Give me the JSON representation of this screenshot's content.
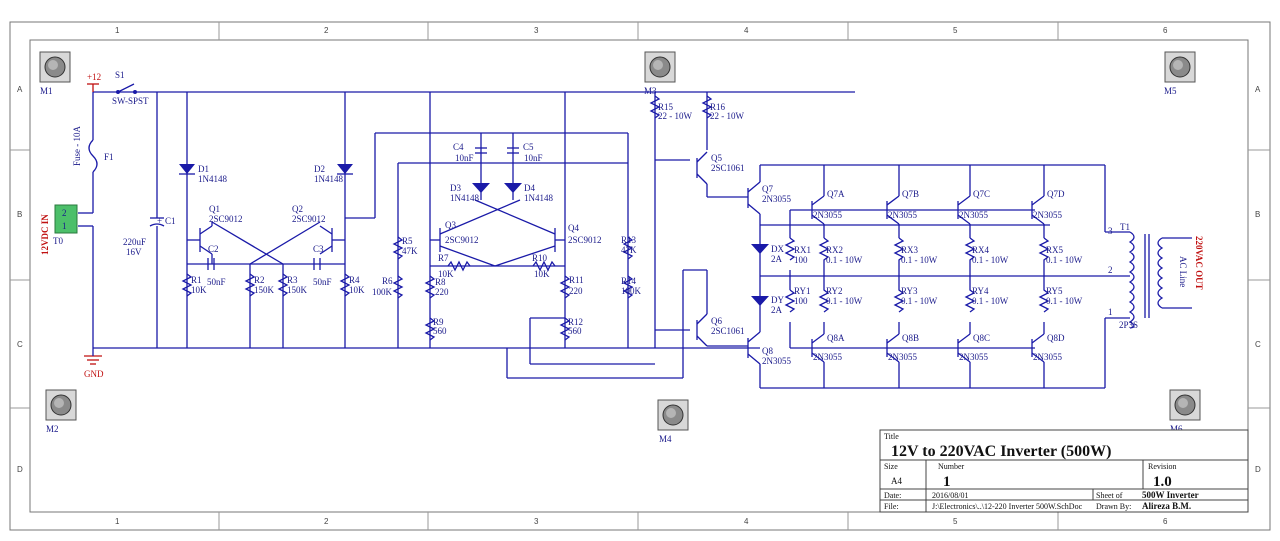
{
  "grid": {
    "cols": [
      "1",
      "2",
      "3",
      "4",
      "5",
      "6"
    ],
    "rows": [
      "A",
      "B",
      "C",
      "D"
    ]
  },
  "mounts": [
    "M1",
    "M2",
    "M3",
    "M4",
    "M5",
    "M6"
  ],
  "power": {
    "plus_label": "+12",
    "switch_ref": "S1",
    "switch_type": "SW-SPST",
    "fuse_type": "Fuse - 10A",
    "fuse_ref": "F1",
    "input_label": "12VDC IN",
    "connector_ref": "T0",
    "connector_pins": [
      "2",
      "1"
    ],
    "ground_label": "GND"
  },
  "components": {
    "C1": {
      "ref": "C1",
      "value": "220uF",
      "rating": "16V",
      "pol": "+"
    },
    "D1": {
      "ref": "D1",
      "value": "1N4148"
    },
    "D2": {
      "ref": "D2",
      "value": "1N4148"
    },
    "D3": {
      "ref": "D3",
      "value": "1N4148"
    },
    "D4": {
      "ref": "D4",
      "value": "1N4148"
    },
    "Q1": {
      "ref": "Q1",
      "value": "2SC9012"
    },
    "Q2": {
      "ref": "Q2",
      "value": "2SC9012"
    },
    "Q3": {
      "ref": "Q3",
      "value": "2SC9012"
    },
    "Q4": {
      "ref": "Q4",
      "value": "2SC9012"
    },
    "C2": {
      "ref": "C2",
      "value": "50nF"
    },
    "C3": {
      "ref": "C3",
      "value": "50nF"
    },
    "C4": {
      "ref": "C4",
      "value": "10nF"
    },
    "C5": {
      "ref": "C5",
      "value": "10nF"
    },
    "R1": {
      "ref": "R1",
      "value": "10K"
    },
    "R2": {
      "ref": "R2",
      "value": "150K"
    },
    "R3": {
      "ref": "R3",
      "value": "150K"
    },
    "R4": {
      "ref": "R4",
      "value": "10K"
    },
    "R5": {
      "ref": "R5",
      "value": "47K"
    },
    "R6": {
      "ref": "R6",
      "value": "100K"
    },
    "R7": {
      "ref": "R7",
      "value": "10K"
    },
    "R8": {
      "ref": "R8",
      "value": "220"
    },
    "R9": {
      "ref": "R9",
      "value": "560"
    },
    "R10": {
      "ref": "R10",
      "value": "10K"
    },
    "R11": {
      "ref": "R11",
      "value": "220"
    },
    "R12": {
      "ref": "R12",
      "value": "560"
    },
    "R13": {
      "ref": "R13",
      "value": "47K"
    },
    "R14": {
      "ref": "R14",
      "value": "100K"
    },
    "R15": {
      "ref": "R15",
      "value": "22 - 10W"
    },
    "R16": {
      "ref": "R16",
      "value": "22 - 10W"
    },
    "Q5": {
      "ref": "Q5",
      "value": "2SC1061"
    },
    "Q6": {
      "ref": "Q6",
      "value": "2SC1061"
    },
    "Q7": {
      "ref": "Q7",
      "value": "2N3055"
    },
    "Q8": {
      "ref": "Q8",
      "value": "2N3055"
    },
    "Q7A": {
      "ref": "Q7A",
      "value": "2N3055"
    },
    "Q7B": {
      "ref": "Q7B",
      "value": "2N3055"
    },
    "Q7C": {
      "ref": "Q7C",
      "value": "2N3055"
    },
    "Q7D": {
      "ref": "Q7D",
      "value": "2N3055"
    },
    "Q8A": {
      "ref": "Q8A",
      "value": "2N3055"
    },
    "Q8B": {
      "ref": "Q8B",
      "value": "2N3055"
    },
    "Q8C": {
      "ref": "Q8C",
      "value": "2N3055"
    },
    "Q8D": {
      "ref": "Q8D",
      "value": "2N3055"
    },
    "DX": {
      "ref": "DX",
      "value": "2A"
    },
    "DY": {
      "ref": "DY",
      "value": "2A"
    },
    "RX1": {
      "ref": "RX1",
      "value": "100"
    },
    "RY1": {
      "ref": "RY1",
      "value": "100"
    },
    "RX2": {
      "ref": "RX2",
      "value": "0.1 - 10W"
    },
    "RX3": {
      "ref": "RX3",
      "value": "0.1 - 10W"
    },
    "RX4": {
      "ref": "RX4",
      "value": "0.1 - 10W"
    },
    "RX5": {
      "ref": "RX5",
      "value": "0.1 - 10W"
    },
    "RY2": {
      "ref": "RY2",
      "value": "0.1 - 10W"
    },
    "RY3": {
      "ref": "RY3",
      "value": "0.1 - 10W"
    },
    "RY4": {
      "ref": "RY4",
      "value": "0.1 - 10W"
    },
    "RY5": {
      "ref": "RY5",
      "value": "0.1 - 10W"
    }
  },
  "transformer": {
    "ref": "T1",
    "type": "2P3S",
    "pins": [
      "3",
      "2",
      "1"
    ],
    "secondary_label": "AC Line",
    "output_label": "220VAC OUT"
  },
  "title_block": {
    "title_caption": "Title",
    "title": "12V to 220VAC Inverter (500W)",
    "size_caption": "Size",
    "size": "A4",
    "number_caption": "Number",
    "number": "1",
    "revision_caption": "Revision",
    "revision": "1.0",
    "date_caption": "Date:",
    "date": "2016/08/01",
    "sheet_caption": "Sheet    of",
    "sheet_name": "500W Inverter",
    "file_caption": "File:",
    "file": "J:\\Electronics\\..\\12-220 Inverter 500W.SchDoc",
    "drawn_caption": "Drawn By:",
    "drawn_by": "Alireza B.M."
  }
}
